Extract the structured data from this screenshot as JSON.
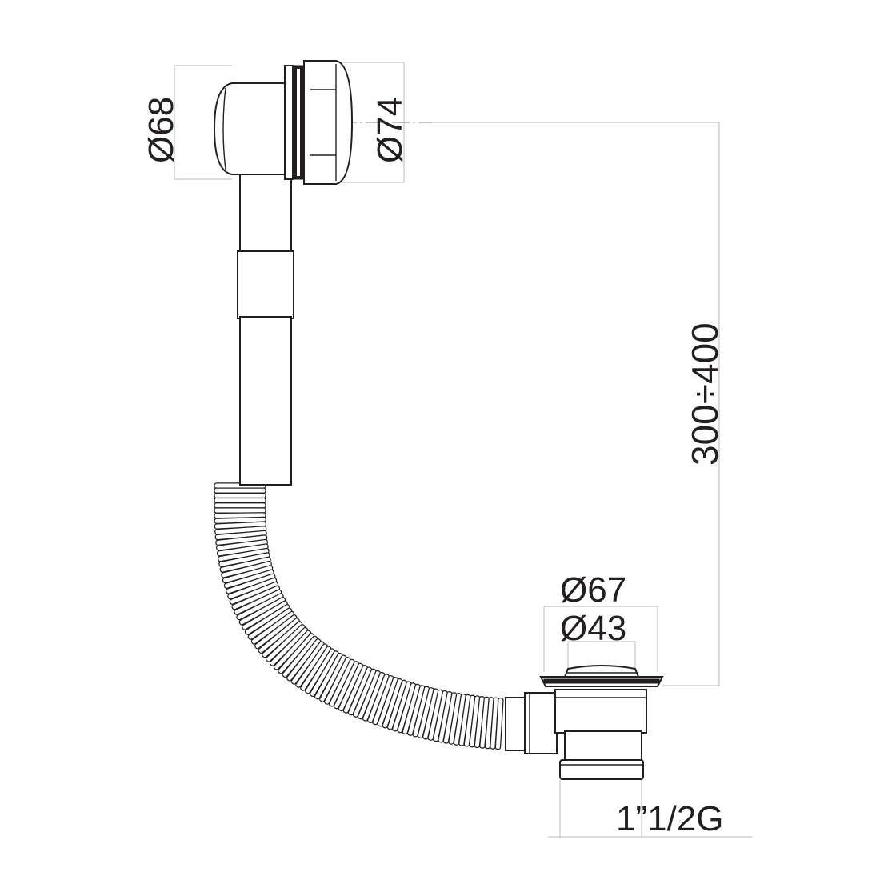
{
  "dimensions": {
    "overflow_housing_diameter": "Ø68",
    "overflow_cap_diameter": "Ø74",
    "drain_flange_diameter": "Ø67",
    "drain_plug_diameter": "Ø43",
    "height_range": "300÷400",
    "outlet_thread": "1”1/2G"
  },
  "colors": {
    "line": "#231f20",
    "dimension_line": "#c6c6c6",
    "centerline": "#9d9d9d"
  }
}
